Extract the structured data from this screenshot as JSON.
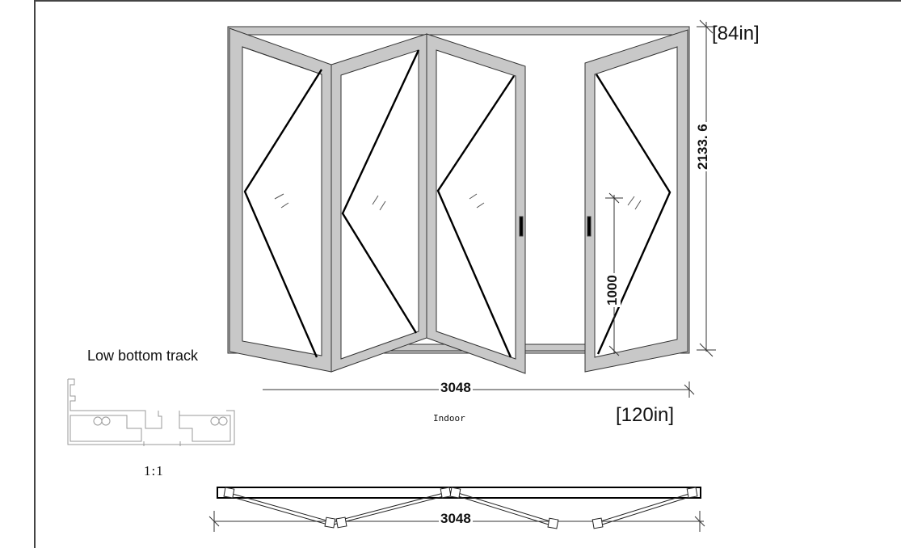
{
  "drawing": {
    "title": "Bifold door elevation and plan",
    "dimensions": {
      "overall_height_mm": "2133. 6",
      "overall_height_in": "[84in]",
      "overall_width_mm": "3048",
      "overall_width_in": "[120in]",
      "handle_height_mm": "1000",
      "plan_width_mm": "3048"
    },
    "labels": {
      "side": "Indoor",
      "track_title": "Low bottom track",
      "track_scale": "1:1"
    },
    "panels": [
      {
        "index": 1,
        "opening": "hinged-left"
      },
      {
        "index": 2,
        "opening": "hinged-left"
      },
      {
        "index": 3,
        "opening": "hinged-left",
        "handle": true
      },
      {
        "index": 4,
        "opening": "hinged-right",
        "handle": true
      }
    ],
    "colors": {
      "frame_fill": "#c8c8c8",
      "line": "#111111",
      "background": "#ffffff",
      "border": "#444444"
    }
  }
}
